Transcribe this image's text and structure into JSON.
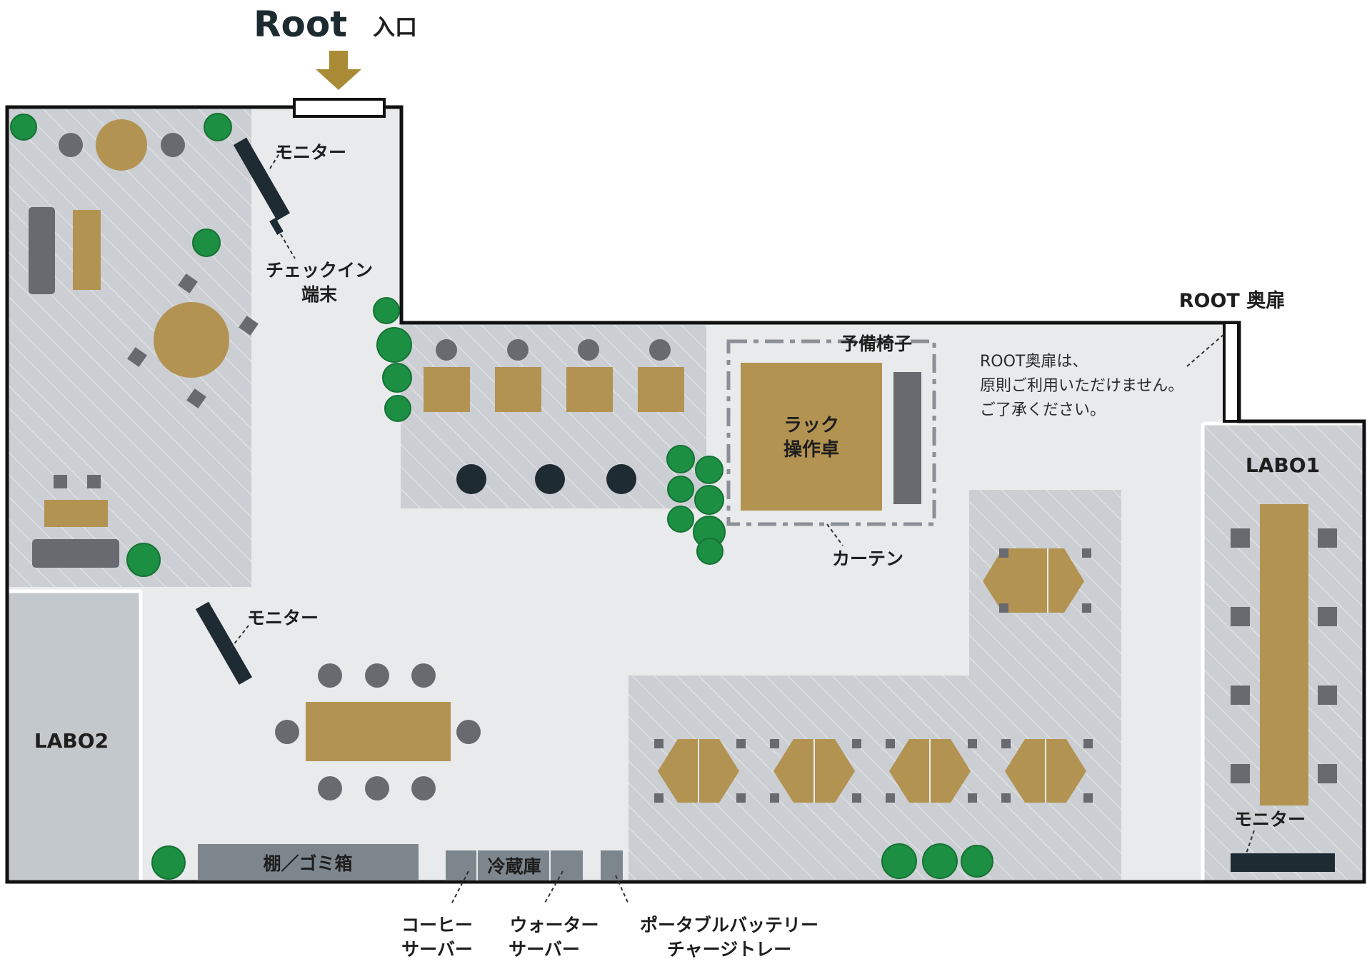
{
  "header": {
    "logo_text": "Root",
    "entrance_label": "入口"
  },
  "labels": {
    "monitor_top": "モニター",
    "checkin_line1": "チェックイン",
    "checkin_line2": "端末",
    "back_door": "ROOT 奥扉",
    "back_door_note_1": "ROOT奥扉は、",
    "back_door_note_2": "原則ご利用いただけません。",
    "back_door_note_3": "ご了承ください。",
    "spare_chairs": "予備椅子",
    "rack_line1": "ラック",
    "rack_line2": "操作卓",
    "curtain": "カーテン",
    "labo1": "LABO1",
    "labo2": "LABO2",
    "monitor_mid": "モニター",
    "monitor_labo1": "モニター",
    "shelf_trash": "棚／ゴミ箱",
    "fridge": "冷蔵庫",
    "coffee_line1": "コーヒー",
    "coffee_line2": "サーバー",
    "water_line1": "ウォーター",
    "water_line2": "サーバー",
    "battery_line1": "ポータブルバッテリー",
    "battery_line2": "チャージトレー"
  },
  "colors": {
    "wood": "#b39352",
    "floor": "#e8eaec",
    "zone": "#cacdd1",
    "chair": "#676b70",
    "dark": "#1f2b33",
    "plant": "#1c8f42",
    "arrow": "#a98a35"
  }
}
